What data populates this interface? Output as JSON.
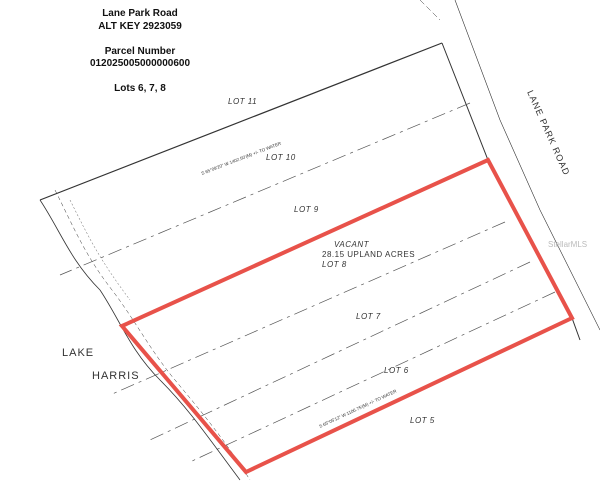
{
  "header": {
    "street": "Lane Park Road",
    "alt_key": "ALT KEY 2923059",
    "parcel_label": "Parcel Number",
    "parcel_number": "012025005000000600",
    "lots": "Lots 6, 7, 8"
  },
  "plat": {
    "lots": [
      "LOT 11",
      "LOT 10",
      "LOT 9",
      "LOT 8",
      "LOT 7",
      "LOT 6",
      "LOT 5"
    ],
    "vacant": "VACANT",
    "acres": "28.15 UPLAND ACRES",
    "lake_1": "LAKE",
    "lake_2": "HARRIS",
    "road": "LANE PARK ROAD",
    "bearing_top": "S 65°09'20\" W 1402.50'(M) +/- TO WATER",
    "bearing_bottom": "S 65°05'12\" W 1106.75'(M) +/- TO WATER",
    "watermark": "StellarMLS",
    "highlight_color": "#e8524a"
  }
}
